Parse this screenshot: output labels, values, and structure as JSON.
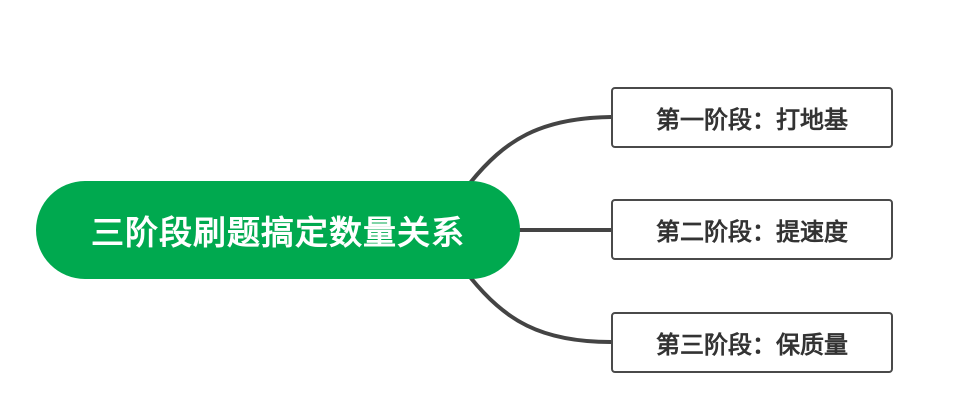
{
  "root": {
    "label": "三阶段刷题搞定数量关系",
    "color": "#00a94f"
  },
  "branches": [
    {
      "label": "第一阶段：打地基"
    },
    {
      "label": "第二阶段：提速度"
    },
    {
      "label": "第三阶段：保质量"
    }
  ],
  "colors": {
    "connector": "#444444",
    "branch_border": "#4a4a4a",
    "branch_text": "#333333"
  }
}
